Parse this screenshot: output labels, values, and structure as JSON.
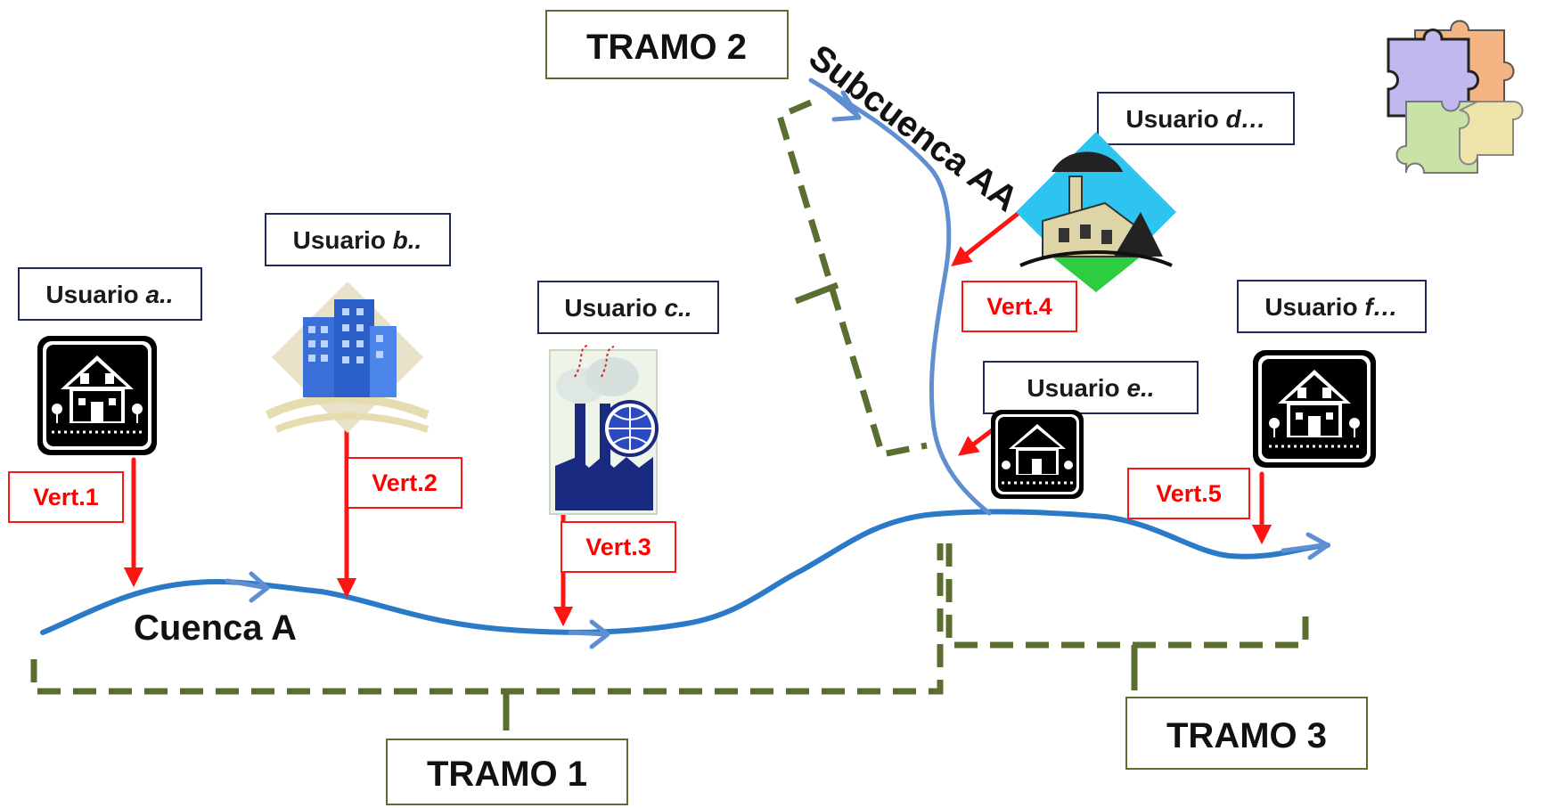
{
  "colors": {
    "river": "#2a7ac8",
    "river_light": "#5f8fd0",
    "tramo_dash": "#5a6e30",
    "vert_red": "#ff1414",
    "user_box_border": "#1f2a5a",
    "tramo_box_border": "#5a6e30"
  },
  "river": {
    "main_label": "Cuenca A",
    "sub_label": "Subcuenca AA"
  },
  "users": [
    {
      "id": "a",
      "prefix": "Usuario ",
      "suffix": "a..",
      "icon": "house-icon"
    },
    {
      "id": "b",
      "prefix": "Usuario ",
      "suffix": "b..",
      "icon": "office-building-icon"
    },
    {
      "id": "c",
      "prefix": "Usuario ",
      "suffix": "c..",
      "icon": "factory-globe-icon"
    },
    {
      "id": "d",
      "prefix": "Usuario ",
      "suffix": "d…",
      "icon": "factory-diamond-icon"
    },
    {
      "id": "e",
      "prefix": "Usuario ",
      "suffix": "e..",
      "icon": "house-icon"
    },
    {
      "id": "f",
      "prefix": "Usuario ",
      "suffix": "f…",
      "icon": "house-icon"
    }
  ],
  "discharges": [
    "Vert.1",
    "Vert.2",
    "Vert.3",
    "Vert.4",
    "Vert.5"
  ],
  "tramos": [
    "TRAMO 1",
    "TRAMO 2",
    "TRAMO 3"
  ],
  "decor": {
    "icon": "puzzle-pieces-icon"
  }
}
